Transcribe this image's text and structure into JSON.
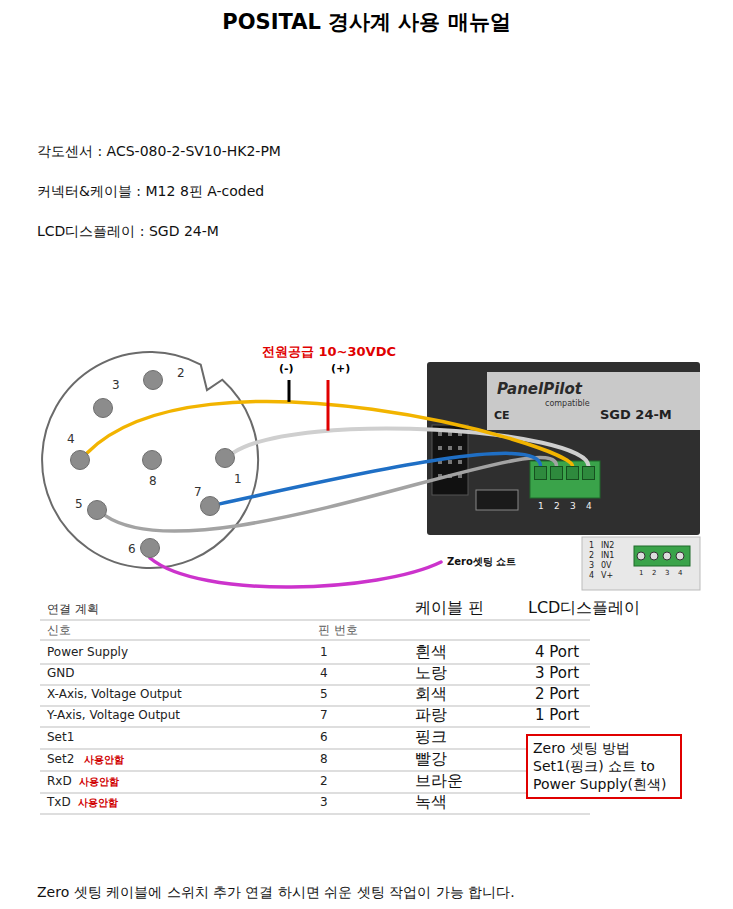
{
  "diagram": {
    "title": "POSITAL 경사계 사용 매뉴얼",
    "nodes": [
      {
        "text": [
          "1"
        ]
      },
      {
        "text": [
          "2"
        ]
      },
      {
        "text": [
          "3"
        ]
      },
      {
        "text": [
          "4"
        ]
      },
      {
        "text": [
          "5"
        ]
      },
      {
        "text": [
          "6"
        ]
      },
      {
        "text": [
          "7"
        ]
      },
      {
        "text": [
          "8"
        ]
      },
      {
        "text": [
          "1"
        ]
      },
      {
        "text": [
          "2"
        ]
      },
      {
        "text": [
          "3"
        ]
      },
      {
        "text": [
          "4"
        ]
      },
      {
        "text": [
          "Zero 셋팅 방법 Set1(핑크) 쇼트 to Power Supply(흰색)"
        ]
      }
    ],
    "edges": [
      {
        "from": 0,
        "to": 11,
        "arrow": "none"
      },
      {
        "from": 3,
        "to": 10,
        "arrow": "none"
      },
      {
        "from": 4,
        "to": 9,
        "arrow": "none"
      },
      {
        "from": 6,
        "to": 8,
        "arrow": "none"
      }
    ],
    "labels": [
      "각도센서 : ACS-080-2-SV10-HK2-PM",
      "커넥터&케이블 : M12 8핀 A-coded",
      "LCD디스플레이 : SGD 24-M",
      "전원공급 10~30VDC",
      "(-)",
      "(+)",
      "PanelPilot",
      "compatible",
      "SGD 24-M",
      "CE",
      "1",
      "IN2",
      "2",
      "IN1",
      "3",
      "0V",
      "4",
      "V+",
      "1",
      "2",
      "3",
      "4",
      "Zero셋팅 쇼트",
      "연결 계획",
      "케이블 핀",
      "LCD디스플레이",
      "신호",
      "핀 번호",
      "Power Supply",
      "1",
      "흰색",
      "4 Port",
      "GND",
      "4",
      "노랑",
      "3 Port",
      "X-Axis, Voltage Output",
      "5",
      "회색",
      "2 Port",
      "Y-Axis, Voltage Output",
      "7",
      "파랑",
      "1 Port",
      "Set1",
      "6",
      "핑크",
      "Set2",
      "사용안함",
      "8",
      "빨강",
      "RxD",
      "사용안함",
      "2",
      "브라운",
      "TxD",
      "사용안함",
      "3",
      "녹색",
      "Zero 셋팅 케이블에 스위치 추가 연결 하시면 쉬운 셋팅 작업이 가능 합니다."
    ]
  }
}
